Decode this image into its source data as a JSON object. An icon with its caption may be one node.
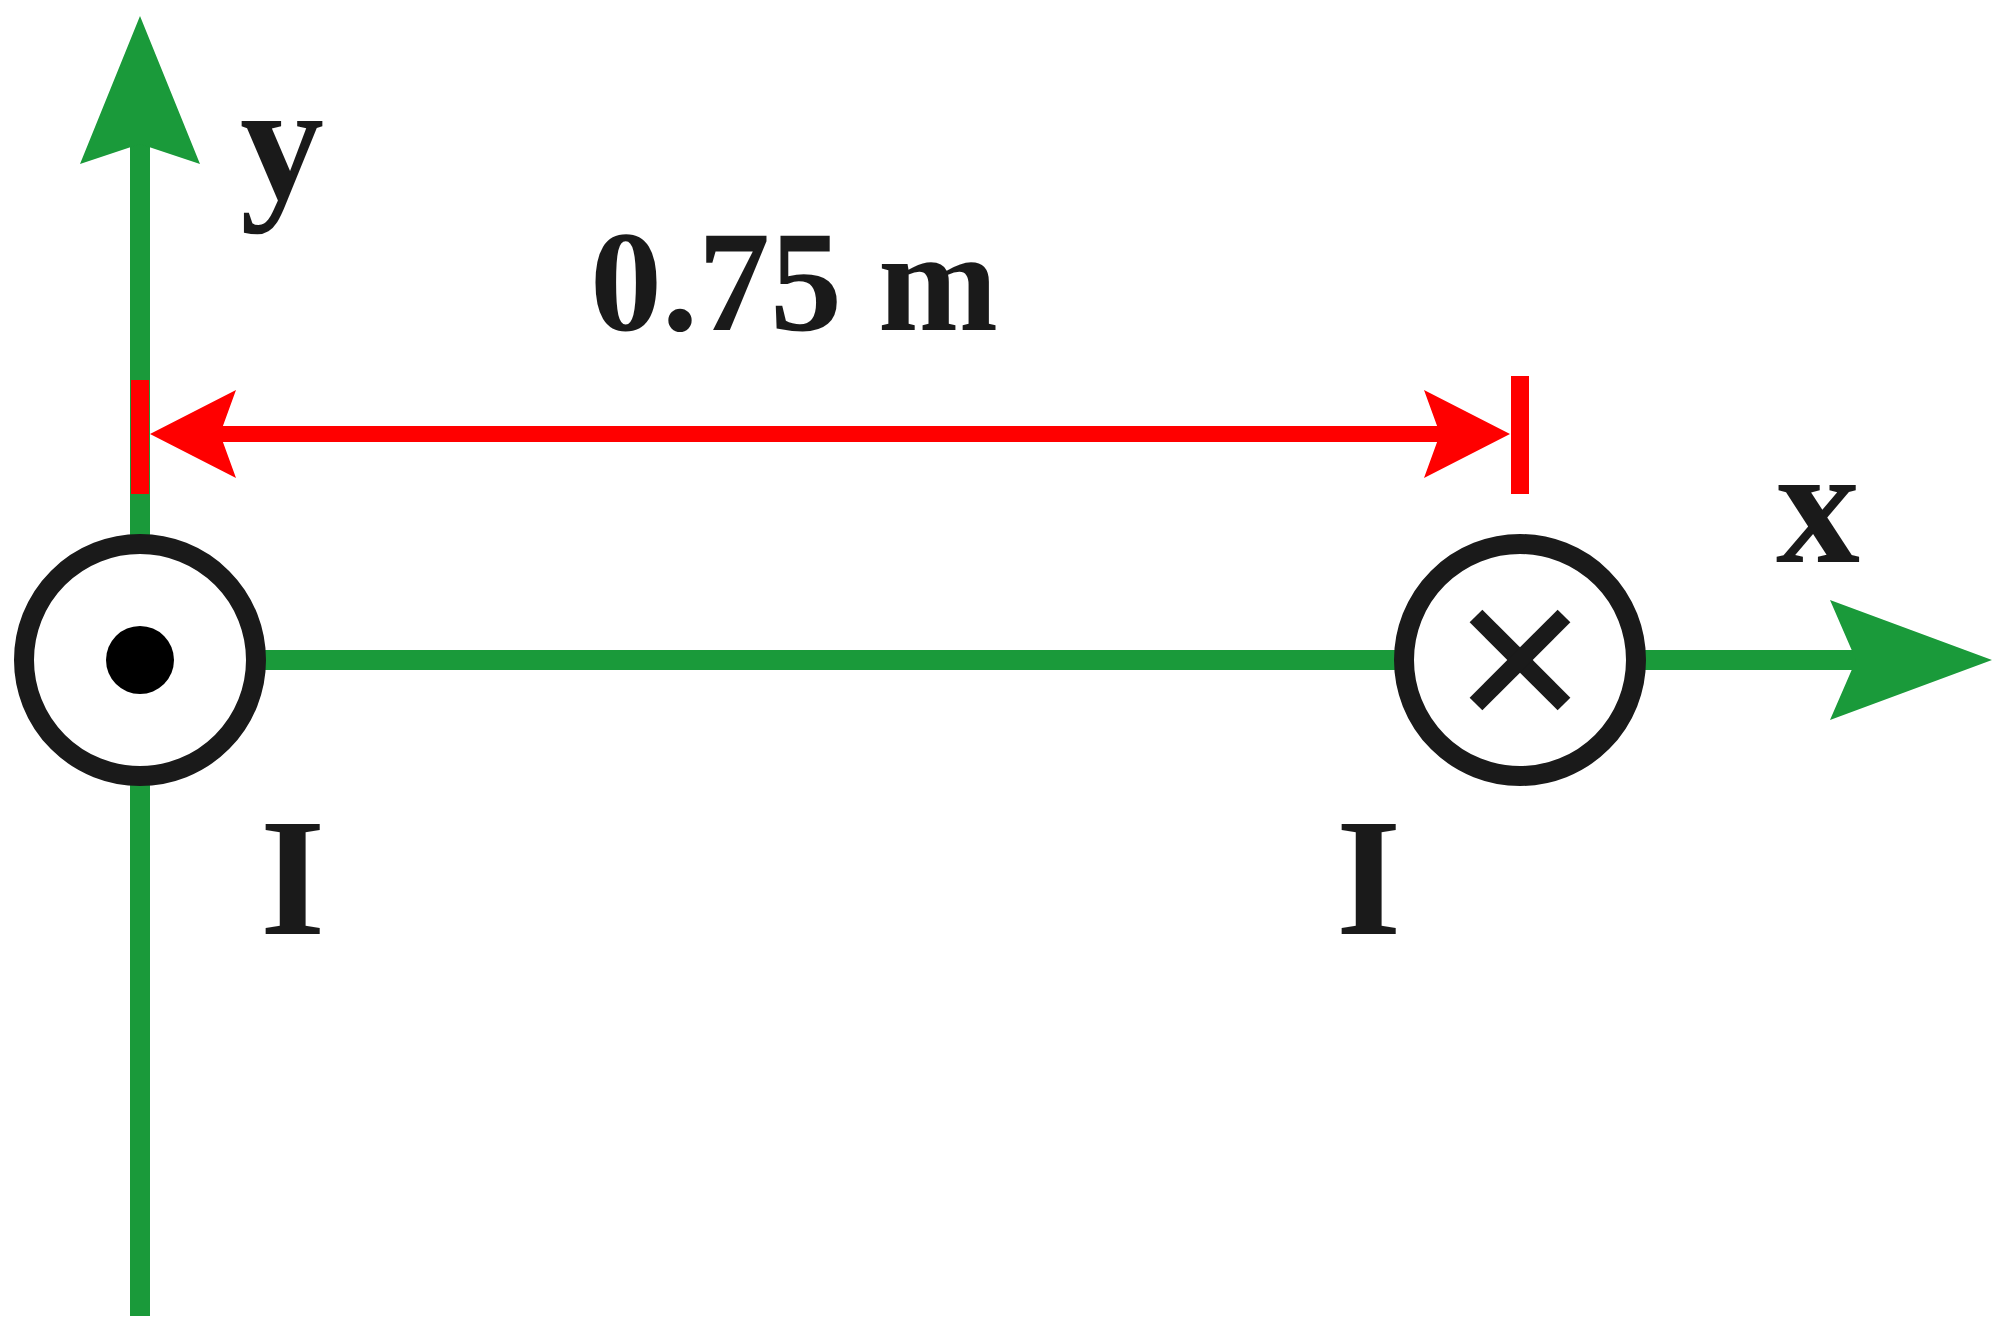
{
  "diagram": {
    "nodes": [
      {
        "text": [],
        "shape": "circle",
        "beside": [
          "I"
        ]
      },
      {
        "text": [],
        "shape": "circle",
        "beside": [
          "I"
        ]
      }
    ],
    "labels": [
      "y",
      "0.75 m",
      "x"
    ]
  }
}
